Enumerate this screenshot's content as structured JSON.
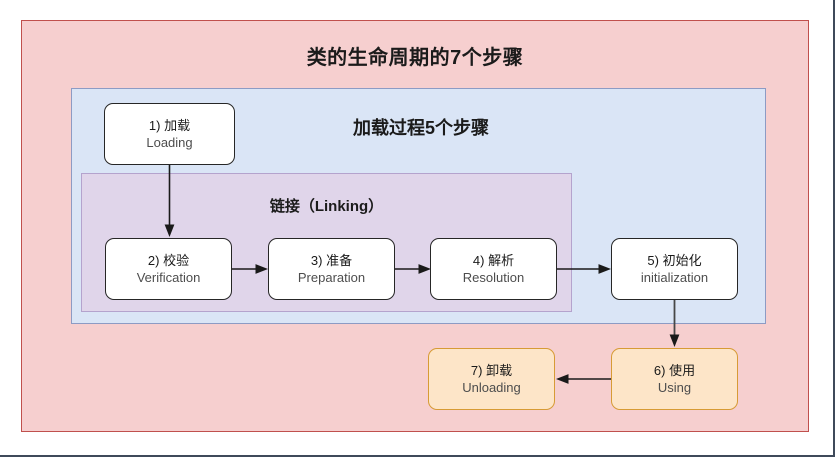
{
  "diagram": {
    "title": "类的生命周期的7个步骤",
    "regions": {
      "outer": {
        "label": "类的生命周期的7个步骤",
        "fill": "#f6cfcf",
        "border": "#c0504d"
      },
      "loading_process": {
        "label": "加载过程5个步骤",
        "fill": "#dae5f6",
        "border": "#8d9bc4"
      },
      "linking": {
        "label": "链接（Linking）",
        "fill": "#e0d5ea",
        "border": "#b4a3cd"
      }
    },
    "nodes": [
      {
        "id": "loading",
        "cn": "1) 加载",
        "en": "Loading",
        "style": "white",
        "fill": "#ffffff",
        "border": "#262626"
      },
      {
        "id": "verification",
        "cn": "2) 校验",
        "en": "Verification",
        "style": "white",
        "fill": "#ffffff",
        "border": "#262626"
      },
      {
        "id": "preparation",
        "cn": "3) 准备",
        "en": "Preparation",
        "style": "white",
        "fill": "#ffffff",
        "border": "#262626"
      },
      {
        "id": "resolution",
        "cn": "4) 解析",
        "en": "Resolution",
        "style": "white",
        "fill": "#ffffff",
        "border": "#262626"
      },
      {
        "id": "initialization",
        "cn": "5) 初始化",
        "en": "initialization",
        "style": "white",
        "fill": "#ffffff",
        "border": "#262626"
      },
      {
        "id": "using",
        "cn": "6) 使用",
        "en": "Using",
        "style": "orange",
        "fill": "#fde5c8",
        "border": "#d79b35"
      },
      {
        "id": "unloading",
        "cn": "7) 卸载",
        "en": "Unloading",
        "style": "orange",
        "fill": "#fde5c8",
        "border": "#d79b35"
      }
    ],
    "edges": [
      {
        "from": "loading",
        "to": "verification",
        "direction": "down"
      },
      {
        "from": "verification",
        "to": "preparation",
        "direction": "right"
      },
      {
        "from": "preparation",
        "to": "resolution",
        "direction": "right"
      },
      {
        "from": "resolution",
        "to": "initialization",
        "direction": "right"
      },
      {
        "from": "initialization",
        "to": "using",
        "direction": "down"
      },
      {
        "from": "using",
        "to": "unloading",
        "direction": "left"
      }
    ]
  }
}
